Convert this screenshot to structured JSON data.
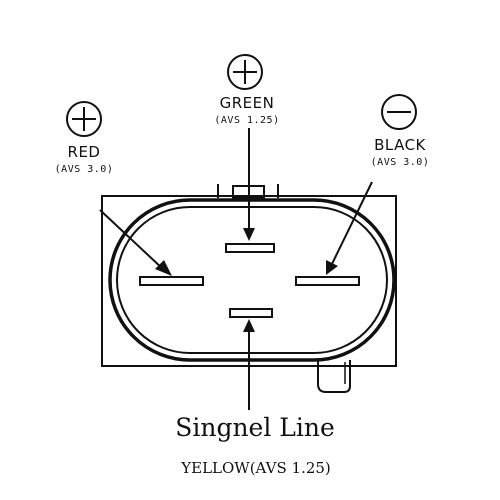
{
  "connector": {
    "pins": {
      "red": {
        "name": "RED",
        "spec": "(AVS 3.0)",
        "polarity": "plus",
        "polarity_symbol": "+"
      },
      "green": {
        "name": "GREEN",
        "spec": "(AVS 1.25)",
        "polarity": "plus",
        "polarity_symbol": "+"
      },
      "black": {
        "name": "BLACK",
        "spec": "(AVS 3.0)",
        "polarity": "minus",
        "polarity_symbol": "−"
      }
    },
    "signal": {
      "title": "Singnel Line",
      "spec": "YELLOW(AVS 1.25)"
    },
    "colors": {
      "ink": "#111111",
      "background": "#ffffff"
    }
  }
}
